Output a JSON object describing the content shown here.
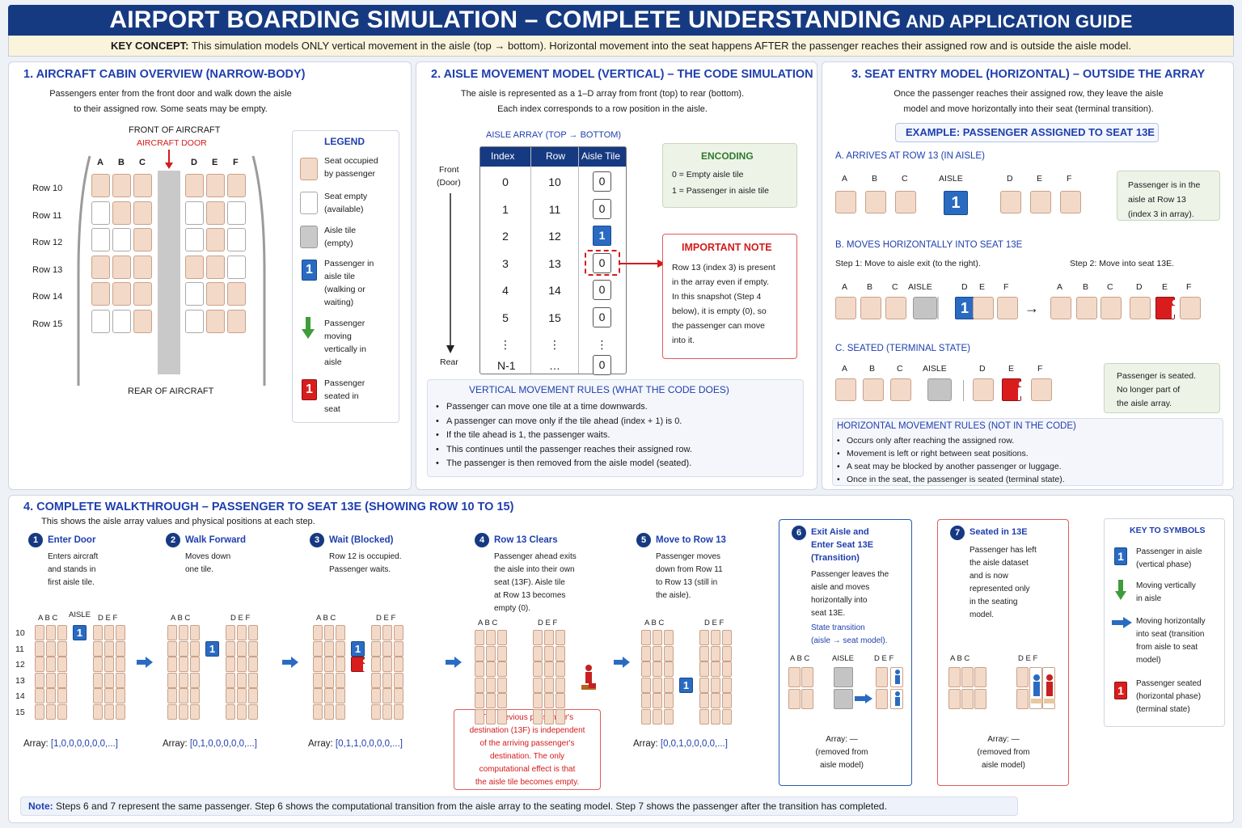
{
  "header": {
    "title_main": "AIRPORT BOARDING SIMULATION – COMPLETE UNDERSTANDING",
    "title_rest": " AND APPLICATION GUIDE",
    "key_label": "KEY CONCEPT:",
    "key_text": " This simulation models ONLY vertical movement in the aisle (top → bottom). Horizontal movement into the seat happens AFTER the passenger reaches their assigned row and is outside the aisle model."
  },
  "p1": {
    "title": "1.  AIRCRAFT CABIN OVERVIEW (NARROW-BODY)",
    "desc1": "Passengers enter from the front door and walk down the aisle",
    "desc2": "to their assigned row. Some seats may be empty.",
    "front": "FRONT OF AIRCRAFT",
    "door": "AIRCRAFT DOOR",
    "rear": "REAR OF AIRCRAFT",
    "cols": [
      "A",
      "B",
      "C",
      "D",
      "E",
      "F"
    ],
    "rows": [
      "Row 10",
      "Row 11",
      "Row 12",
      "Row 13",
      "Row 14",
      "Row 15"
    ],
    "empty_seats": [
      [
        11,
        1
      ],
      [
        12,
        1
      ],
      [
        12,
        2
      ],
      [
        15,
        1
      ],
      [
        15,
        2
      ],
      [
        11,
        4
      ],
      [
        12,
        4
      ],
      [
        12,
        6
      ],
      [
        13,
        6
      ],
      [
        14,
        4
      ],
      [
        15,
        4
      ],
      [
        11,
        6
      ]
    ],
    "legend": {
      "title": "LEGEND",
      "l1": [
        "Seat occupied",
        "by passenger"
      ],
      "l2": [
        "Seat empty",
        "(available)"
      ],
      "l3": [
        "Aisle tile",
        "(empty)"
      ],
      "l4": [
        "Passenger in",
        "aisle tile",
        "(walking or",
        "waiting)"
      ],
      "l5": [
        "Passenger",
        "moving",
        "vertically in",
        "aisle"
      ],
      "l6": [
        "Passenger",
        "seated in",
        "seat"
      ],
      "one": "1"
    }
  },
  "p2": {
    "title": "2.  AISLE MOVEMENT MODEL (VERTICAL) – THE CODE SIMULATION",
    "desc1": "The aisle is represented as a 1–D array from front (top) to rear (bottom).",
    "desc2": "Each index corresponds to a row position in the aisle.",
    "array_title": "AISLE ARRAY (TOP → BOTTOM)",
    "front": "Front",
    "door": "(Door)",
    "rear": "Rear",
    "headers": [
      "Index",
      "Row",
      "Aisle Tile"
    ],
    "rows": [
      [
        "0",
        "10",
        "0"
      ],
      [
        "1",
        "11",
        "0"
      ],
      [
        "2",
        "12",
        "1"
      ],
      [
        "3",
        "13",
        "0"
      ],
      [
        "4",
        "14",
        "0"
      ],
      [
        "5",
        "15",
        "0"
      ],
      [
        "⋮",
        "⋮",
        "⋮"
      ],
      [
        "N-1",
        "…",
        "0"
      ]
    ],
    "encoding": {
      "title": "ENCODING",
      "e1": "0  =  Empty aisle tile",
      "e2": "1  =  Passenger in aisle tile"
    },
    "note": {
      "title": "IMPORTANT NOTE",
      "lines": [
        "Row 13 (index 3) is present",
        "in the array even if empty.",
        "In this snapshot (Step 4",
        "below), it is empty (0), so",
        "the passenger can move",
        "into it."
      ]
    },
    "rules": {
      "title": "VERTICAL MOVEMENT RULES (WHAT THE CODE DOES)",
      "items": [
        "Passenger can move one tile at a time downwards.",
        "A passenger can move only if the tile ahead (index + 1) is 0.",
        "If the tile ahead is 1, the passenger waits.",
        "This continues until the passenger reaches their assigned row.",
        "The passenger is then removed from the aisle model (seated)."
      ]
    }
  },
  "p3": {
    "title": "3.  SEAT ENTRY MODEL (HORIZONTAL) – OUTSIDE THE ARRAY",
    "desc1": "Once the passenger reaches their assigned row, they leave the aisle",
    "desc2": "model and move horizontally into their seat (terminal transition).",
    "example": "EXAMPLE: PASSENGER ASSIGNED TO SEAT 13E",
    "a_title": "A.  ARRIVES AT ROW 13 (IN AISLE)",
    "cols": [
      "A",
      "B",
      "C",
      "AISLE",
      "D",
      "E",
      "F"
    ],
    "a_note": [
      "Passenger is in the",
      "aisle at Row 13",
      "(index 3 in array)."
    ],
    "b_title": "B.  MOVES HORIZONTALLY INTO SEAT 13E",
    "b_step1": "Step 1:  Move to aisle exit (to the right).",
    "b_step2": "Step 2:  Move into seat 13E.",
    "c_title": "C.  SEATED (TERMINAL STATE)",
    "c_note": [
      "Passenger is seated.",
      "No longer part of",
      "the aisle array."
    ],
    "h_rules": {
      "title": "HORIZONTAL MOVEMENT RULES (NOT IN THE CODE)",
      "items": [
        "Occurs only after reaching the assigned row.",
        "Movement is left or right between seat positions.",
        "A seat may be blocked by another passenger or luggage.",
        "Once in the seat, the passenger is seated (terminal state)."
      ]
    },
    "one": "1"
  },
  "p4": {
    "title": "4.  COMPLETE WALKTHROUGH  –  PASSENGER TO SEAT 13E (SHOWING ROW 10 TO 15)",
    "sub": "This shows the aisle array values and physical positions at each step.",
    "rows": [
      "10",
      "11",
      "12",
      "13",
      "14",
      "15"
    ],
    "left_cols": "A  B  C",
    "right_cols": "D  E  F",
    "aisle": "AISLE",
    "one": "1",
    "steps": [
      {
        "n": "1",
        "title": "Enter Door",
        "desc": [
          "Enters aircraft",
          "and stands in",
          "first aisle tile."
        ],
        "array_label": "Array: ",
        "array": "[1,0,0,0,0,0,0,...]"
      },
      {
        "n": "2",
        "title": "Walk Forward",
        "desc": [
          "Moves down",
          "one tile."
        ],
        "array_label": "Array: ",
        "array": "[0,1,0,0,0,0,0,...]"
      },
      {
        "n": "3",
        "title": "Wait (Blocked)",
        "desc": [
          "Row 12 is occupied.",
          "Passenger waits."
        ],
        "array_label": "Array: ",
        "array": "[0,1,1,0,0,0,0,...]"
      },
      {
        "n": "4",
        "title": "Row 13 Clears",
        "desc": [
          "Passenger ahead exits",
          "the aisle into their own",
          "seat (13F). Aisle tile",
          "at Row 13 becomes",
          "empty (0)."
        ]
      },
      {
        "n": "5",
        "title": "Move to Row 13",
        "desc": [
          "Passenger moves",
          "down from Row 11",
          "to Row 13 (still in",
          "the aisle)."
        ],
        "array_label": "Array: ",
        "array": "[0,0,1,0,0,0,0,...]"
      },
      {
        "n": "6",
        "title": "Exit Aisle and",
        "title2": "Enter Seat 13E",
        "title3": "(Transition)",
        "desc": [
          "Passenger leaves the",
          "aisle and moves",
          "horizontally into",
          "seat 13E."
        ],
        "state": "State transition",
        "state2": "(aisle → seat model).",
        "array": [
          "Array: —",
          "(removed from",
          "aisle model)"
        ]
      },
      {
        "n": "7",
        "title": "Seated in 13E",
        "desc": [
          "Passenger has left",
          "the aisle dataset",
          "and is now",
          "represented only",
          "in the seating",
          "model."
        ],
        "array": [
          "Array: —",
          "(removed from",
          "aisle model)"
        ]
      }
    ],
    "red_note": [
      "The previous passenger's",
      "destination (13F) is independent",
      "of the arriving passenger's",
      "destination. The only",
      "computational effect is that",
      "the aisle tile becomes empty."
    ],
    "key": {
      "title": "KEY TO SYMBOLS",
      "k1": [
        "Passenger in aisle",
        "(vertical phase)"
      ],
      "k2": [
        "Moving vertically",
        "in aisle"
      ],
      "k3": [
        "Moving horizontally",
        "into seat (transition",
        "from aisle to seat",
        "model)"
      ],
      "k4": [
        "Passenger seated",
        "(horizontal phase)",
        "(terminal state)"
      ]
    },
    "note_label": "Note:",
    "note_text": "  Steps 6 and 7 represent the same passenger. Step 6 shows the computational transition from the aisle array to the seating model. Step 7 shows the passenger after the transition has completed."
  },
  "colors": {
    "navy": "#163a82",
    "blue": "#1f3fae",
    "badge": "#2a6bc2",
    "red": "#d91d1d",
    "seat": "#f3d9c8",
    "aisle": "#c9c9c9"
  }
}
